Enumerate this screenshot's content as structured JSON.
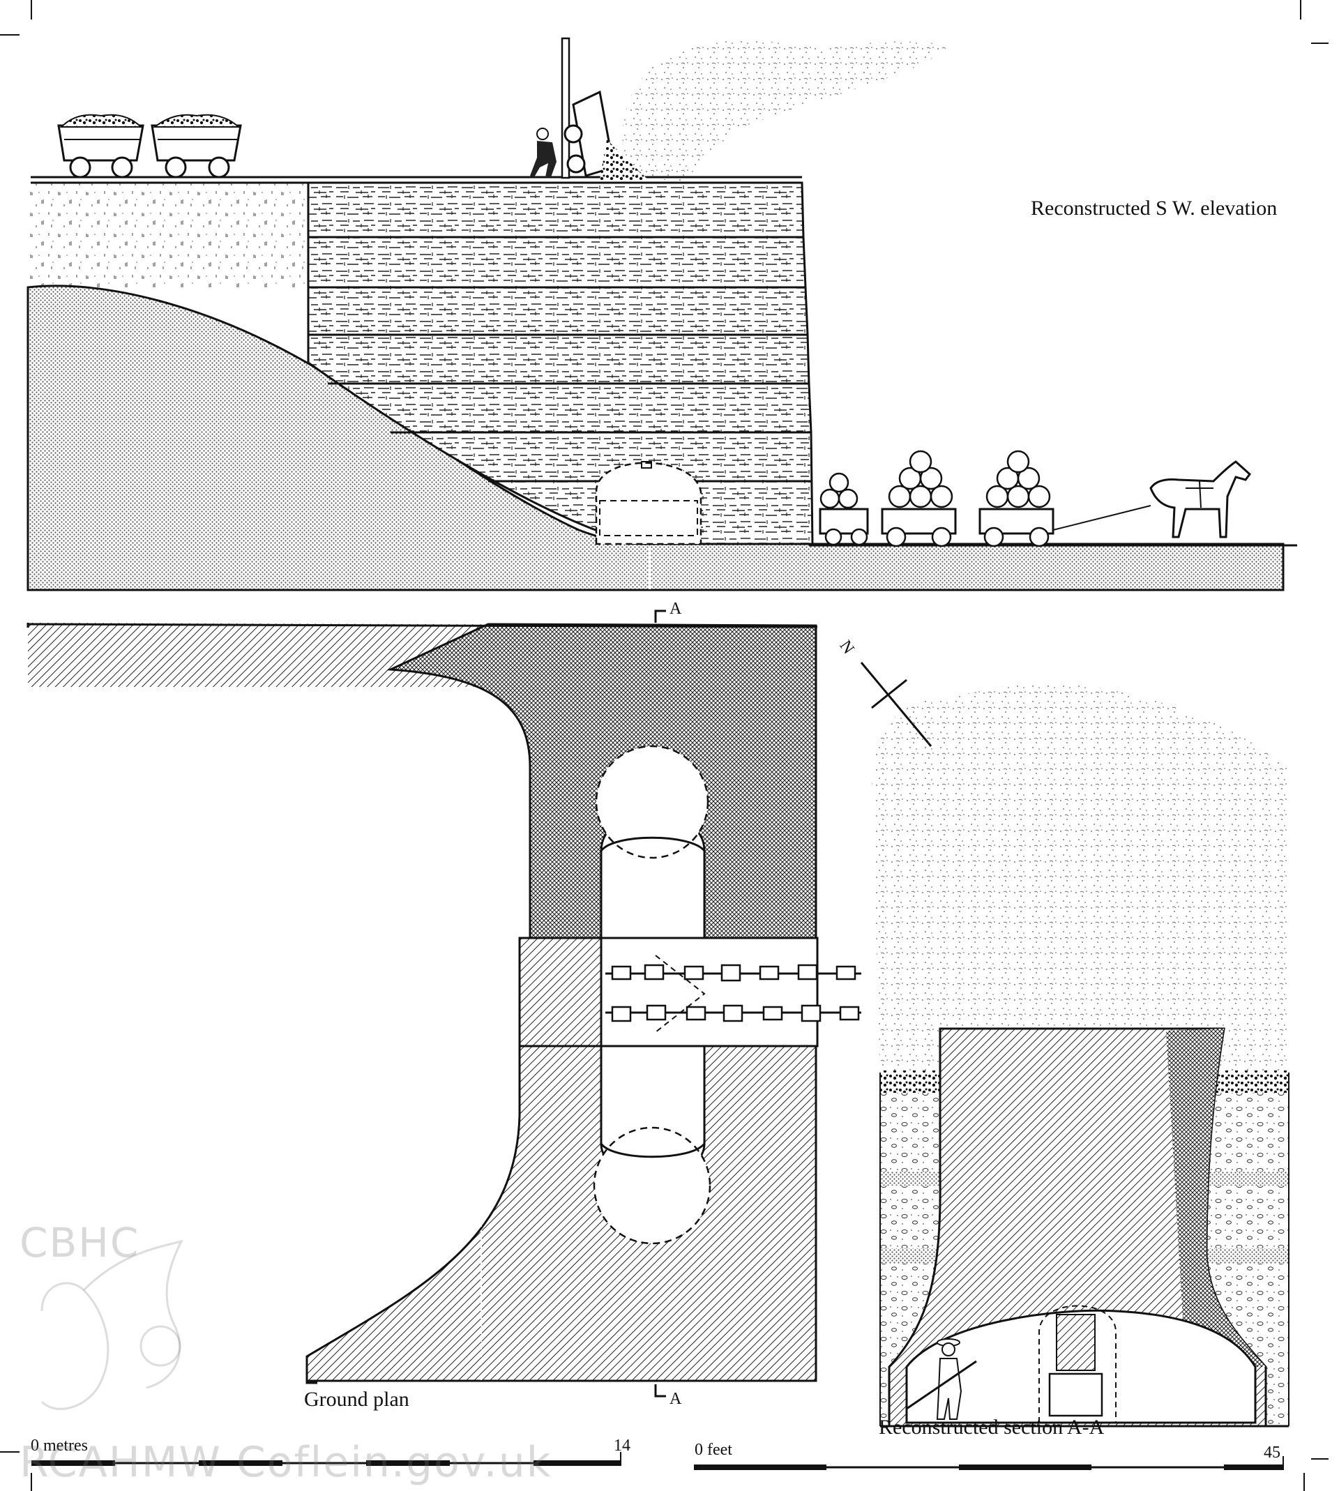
{
  "titles": {
    "elevation": "Reconstructed S W. elevation",
    "ground_plan": "Ground plan",
    "section": "Reconstructed section A-A"
  },
  "section_marks": {
    "top": "A",
    "bottom": "A"
  },
  "compass": {
    "north": "N"
  },
  "scales": {
    "metric": {
      "start": "0 metres",
      "end": "14"
    },
    "imperial": {
      "start": "0 feet",
      "end": "45"
    }
  },
  "watermark": {
    "org": "CBHC",
    "site": "RCAHMW  Coflein.gov.uk"
  },
  "colors": {
    "ink": "#111111",
    "paper": "#ffffff",
    "tone": "#bdbdbd"
  }
}
